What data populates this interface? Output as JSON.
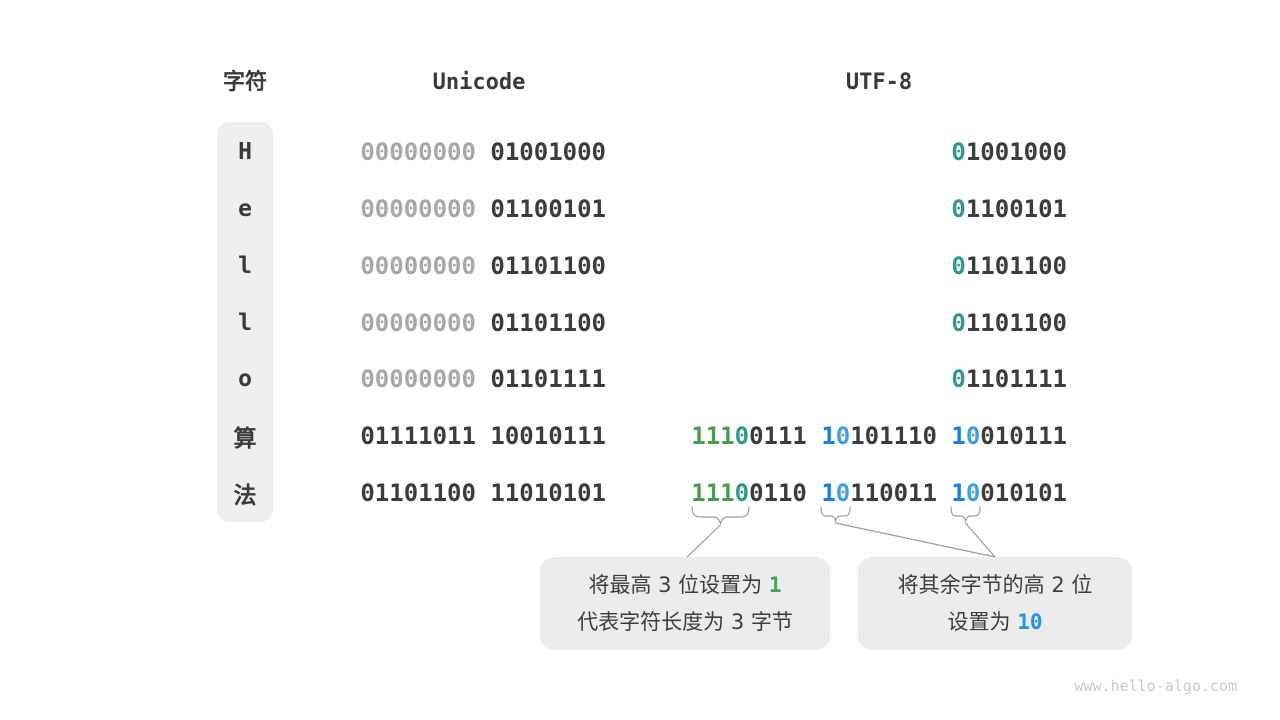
{
  "header": {
    "char": "字符",
    "unicode": "Unicode",
    "utf8": "UTF-8"
  },
  "colors": {
    "dark_text": "#3c3c3c",
    "gray_leading_zeros": "#a8a8a8",
    "prefix_green": "#4c9a52",
    "prefix_teal": "#2f9a8d",
    "continuation_blue_one": "#1e7ed6",
    "continuation_blue_zero": "#3fa0e0",
    "pill_background": "#efefef",
    "callout_background": "#ececec"
  },
  "table": {
    "rows": [
      {
        "char": "H",
        "unicode": [
          [
            [
              "00000000",
              "gray"
            ]
          ],
          [
            [
              "01001000",
              "dark"
            ]
          ]
        ],
        "utf8": [
          [
            [
              "0",
              "teal"
            ],
            [
              "1001000",
              "dark"
            ]
          ]
        ]
      },
      {
        "char": "e",
        "unicode": [
          [
            [
              "00000000",
              "gray"
            ]
          ],
          [
            [
              "01100101",
              "dark"
            ]
          ]
        ],
        "utf8": [
          [
            [
              "0",
              "teal"
            ],
            [
              "1100101",
              "dark"
            ]
          ]
        ]
      },
      {
        "char": "l",
        "unicode": [
          [
            [
              "00000000",
              "gray"
            ]
          ],
          [
            [
              "01101100",
              "dark"
            ]
          ]
        ],
        "utf8": [
          [
            [
              "0",
              "teal"
            ],
            [
              "1101100",
              "dark"
            ]
          ]
        ]
      },
      {
        "char": "l",
        "unicode": [
          [
            [
              "00000000",
              "gray"
            ]
          ],
          [
            [
              "01101100",
              "dark"
            ]
          ]
        ],
        "utf8": [
          [
            [
              "0",
              "teal"
            ],
            [
              "1101100",
              "dark"
            ]
          ]
        ]
      },
      {
        "char": "o",
        "unicode": [
          [
            [
              "00000000",
              "gray"
            ]
          ],
          [
            [
              "01101111",
              "dark"
            ]
          ]
        ],
        "utf8": [
          [
            [
              "0",
              "teal"
            ],
            [
              "1101111",
              "dark"
            ]
          ]
        ]
      },
      {
        "char": "算",
        "unicode": [
          [
            [
              "01111011",
              "dark"
            ]
          ],
          [
            [
              "10010111",
              "dark"
            ]
          ]
        ],
        "utf8": [
          [
            [
              "111",
              "green"
            ],
            [
              "0",
              "teal"
            ],
            [
              "0111",
              "dark"
            ]
          ],
          [
            [
              "1",
              "blue_one"
            ],
            [
              "0",
              "blue_zero"
            ],
            [
              "101110",
              "dark"
            ]
          ],
          [
            [
              "1",
              "blue_one"
            ],
            [
              "0",
              "blue_zero"
            ],
            [
              "010111",
              "dark"
            ]
          ]
        ]
      },
      {
        "char": "法",
        "unicode": [
          [
            [
              "01101100",
              "dark"
            ]
          ],
          [
            [
              "11010101",
              "dark"
            ]
          ]
        ],
        "utf8": [
          [
            [
              "111",
              "green"
            ],
            [
              "0",
              "teal"
            ],
            [
              "0110",
              "dark"
            ]
          ],
          [
            [
              "1",
              "blue_one"
            ],
            [
              "0",
              "blue_zero"
            ],
            [
              "110011",
              "dark"
            ]
          ],
          [
            [
              "1",
              "blue_one"
            ],
            [
              "0",
              "blue_zero"
            ],
            [
              "010101",
              "dark"
            ]
          ]
        ]
      }
    ]
  },
  "callouts": {
    "box1": {
      "line1_prefix": "将最高 3 位设置为 ",
      "line1_highlight": "1",
      "line2": "代表字符长度为 3 字节"
    },
    "box2": {
      "line1": "将其余字节的高 2 位",
      "line2_prefix": "设置为 ",
      "line2_highlight": "10"
    }
  },
  "watermark": "www.hello-algo.com"
}
